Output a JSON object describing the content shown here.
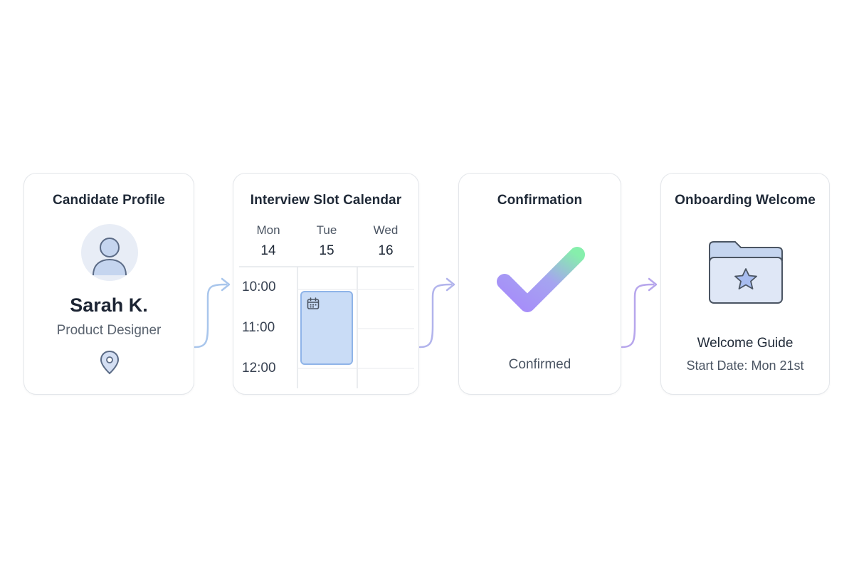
{
  "steps": {
    "profile": {
      "title": "Candidate Profile",
      "name": "Sarah K.",
      "role": "Product Designer",
      "avatar_icon": "user-avatar-icon",
      "location_icon": "location-pin-icon"
    },
    "calendar": {
      "title": "Interview Slot Calendar",
      "days": [
        {
          "name": "Mon",
          "num": "14"
        },
        {
          "name": "Tue",
          "num": "15"
        },
        {
          "name": "Wed",
          "num": "16"
        }
      ],
      "hours": [
        "10:00",
        "11:00",
        "12:00"
      ],
      "slot_icon": "calendar-icon"
    },
    "confirmation": {
      "title": "Confirmation",
      "status": "Confirmed",
      "icon": "checkmark-icon"
    },
    "onboarding": {
      "title": "Onboarding Welcome",
      "guide": "Welcome Guide",
      "start_date": "Start Date: Mon 21st",
      "icon": "folder-star-icon"
    }
  },
  "colors": {
    "card_border": "#e3e6ea",
    "connector_blue": "#a9c6ec",
    "connector_purple": "#b7a6ec",
    "slot_fill": "#c9dcf6",
    "check_start": "#a78bfa",
    "check_end": "#86efac"
  }
}
